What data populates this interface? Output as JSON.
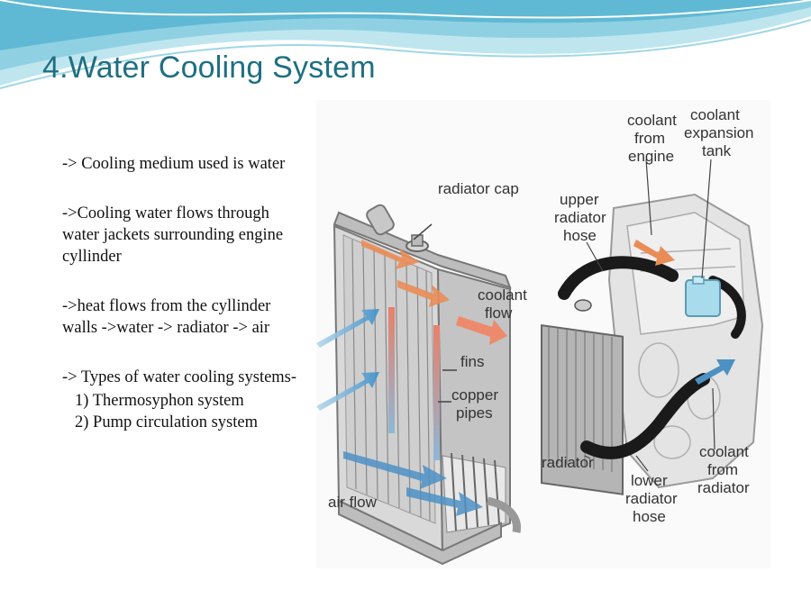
{
  "slide": {
    "title": "4.Water Cooling System"
  },
  "bullets": [
    "-> Cooling medium used is water",
    "->Cooling water flows through water jackets surrounding engine cyllinder",
    "->heat flows from the cyllinder walls ->water -> radiator -> air"
  ],
  "types": {
    "lead": "-> Types of water cooling systems-",
    "items": [
      "1) Thermosyphon system",
      "2) Pump circulation system"
    ]
  },
  "diagram_labels": {
    "radiator_cap": "radiator cap",
    "coolant_flow": [
      "coolant",
      "flow"
    ],
    "fins": "fins",
    "copper_pipes": [
      "copper",
      "pipes"
    ],
    "air_flow": "air flow",
    "coolant_from_engine": [
      "coolant",
      "from",
      "engine"
    ],
    "coolant_expansion_tank": [
      "coolant",
      "expansion",
      "tank"
    ],
    "upper_radiator_hose": [
      "upper",
      "radiator",
      "hose"
    ],
    "radiator": "radiator",
    "lower_radiator_hose": [
      "lower",
      "radiator",
      "hose"
    ],
    "coolant_from_radiator": [
      "coolant",
      "from",
      "radiator"
    ]
  }
}
